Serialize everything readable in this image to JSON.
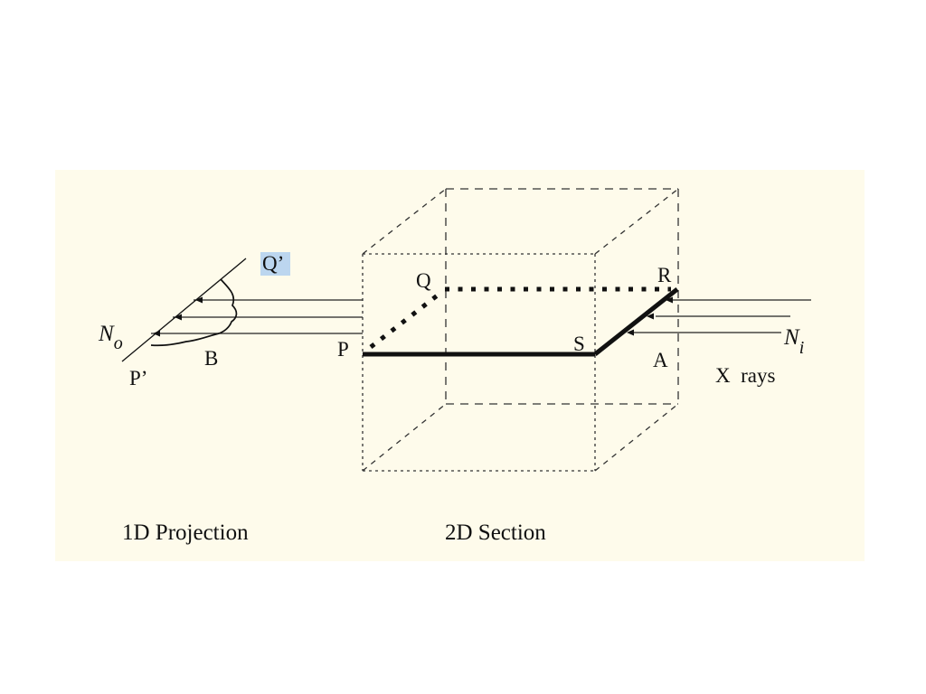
{
  "colors": {
    "panel_background": "#fefbeb",
    "ink": "#111111",
    "highlight": "#bcd6ef"
  },
  "labels": {
    "q_prime": "Q’",
    "n_o_main": "N",
    "n_o_sub": "o",
    "p_prime": "P’",
    "b": "B",
    "p": "P",
    "q": "Q",
    "s": "S",
    "r": "R",
    "a": "A",
    "n_i_main": "N",
    "n_i_sub": "i",
    "x_rays": "X  rays"
  },
  "captions": {
    "projection": "1D Projection",
    "section": "2D Section"
  }
}
